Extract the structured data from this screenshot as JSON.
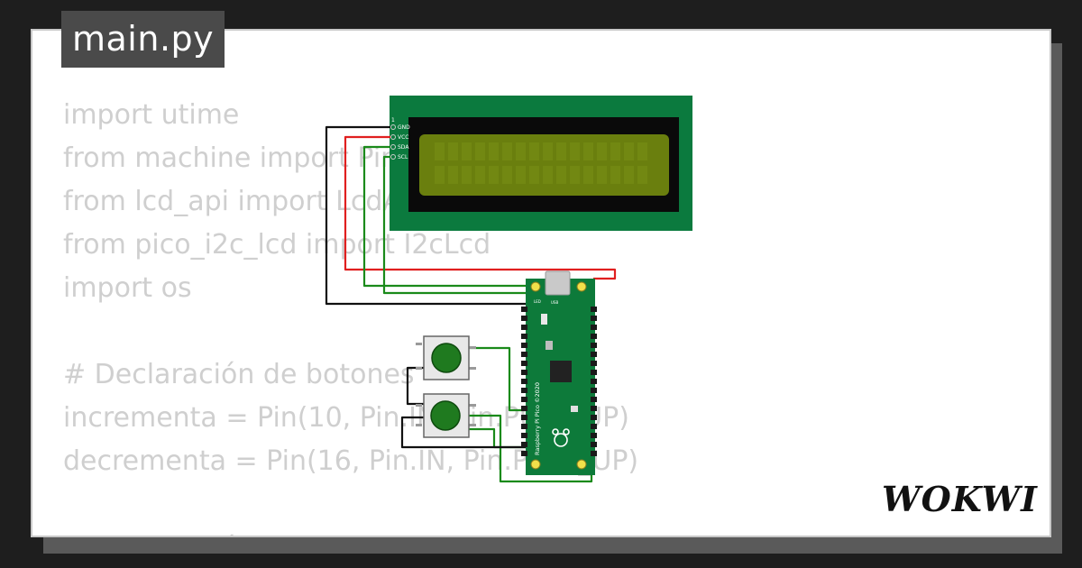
{
  "file_tab": {
    "title": "main.py"
  },
  "code_lines": [
    "import utime",
    "from machine import Pin",
    "from lcd_api import LcdApi",
    "from pico_i2c_lcd import I2cLcd",
    "import os",
    "",
    "# Declaración de botones",
    "incrementa = Pin(10, Pin.IN, Pin.PULL_UP)",
    "decrementa = Pin(16, Pin.IN, Pin.PULL_UP)",
    "",
    "# Declaración del sistema"
  ],
  "lcd": {
    "pin_one": "1",
    "pins": [
      "GND",
      "VCC",
      "SDA",
      "SCL"
    ]
  },
  "pico": {
    "usb_label": "USB",
    "led_label": "LED",
    "board_label": "Raspberry Pi Pico ©2020"
  },
  "brand": {
    "logo": "WOKWI"
  },
  "colors": {
    "lcd_pcb": "#0b7a3e",
    "lcd_screen": "#6a7f0e",
    "wire_gnd": "#111111",
    "wire_vcc": "#e01f1f",
    "wire_signal": "#1a8a1a",
    "button_cap": "#1f7a1f"
  }
}
